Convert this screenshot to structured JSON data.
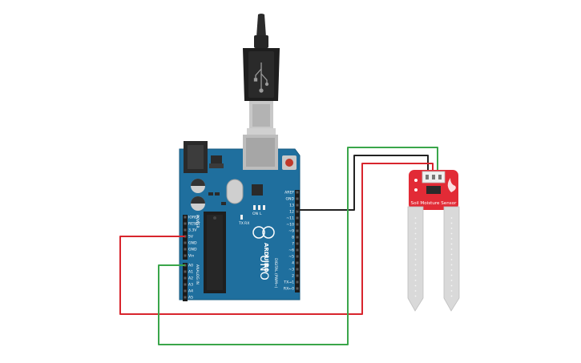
{
  "board": {
    "brand": "ARDUINO",
    "model": "UNO",
    "power_header_pins": [
      "IOREF",
      "RESET",
      "3.3V",
      "5V",
      "GND",
      "GND",
      "Vin"
    ],
    "analog_header_pins": [
      "A0",
      "A1",
      "A2",
      "A3",
      "A4",
      "A5"
    ],
    "digital_header_pins": [
      "AREF",
      "GND",
      "13",
      "12",
      "~11",
      "~10",
      "~9",
      "8",
      "7",
      "~6",
      "~5",
      "4",
      "~3",
      "2",
      "TX→1",
      "RX←0"
    ],
    "section_labels": {
      "power": "POWER",
      "analog_in": "ANALOG IN",
      "digital": "DIGITAL (PWM~)"
    },
    "led_labels": [
      "ON",
      "L",
      "TX",
      "RX"
    ]
  },
  "sensor": {
    "label": "Soil Moisture Sensor"
  },
  "colors": {
    "board": "#1f6f9e",
    "board_dark": "#17597f",
    "sensor": "#e22b36",
    "probe": "#d9d9d9",
    "wire_red": "#d8252d",
    "wire_black": "#222222",
    "wire_green": "#3aa64a"
  }
}
